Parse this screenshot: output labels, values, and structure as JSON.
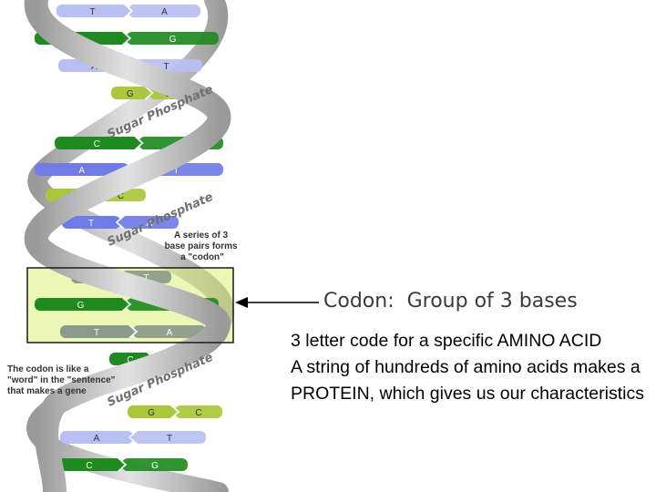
{
  "heading": {
    "term": "Codon:",
    "definition": "Group of 3 bases"
  },
  "description": {
    "line1": "3 letter code for a specific AMINO ACID",
    "line2": "A string of hundreds of amino acids makes a PROTEIN, which gives us our characteristics"
  },
  "diagram": {
    "backbone_label": "Sugar Phosphate",
    "codon_note": [
      "A series of 3",
      "base pairs forms",
      "a \"codon\""
    ],
    "word_note": [
      "The codon is like a",
      "\"word\" in the \"sentence\"",
      "that makes a gene"
    ],
    "base_pairs": [
      {
        "left": "T",
        "right": "A",
        "color": "#b8bff2",
        "dir": "right"
      },
      {
        "left": "G",
        "right": "G",
        "color": "#1f8a1f",
        "dir": "right"
      },
      {
        "left": "A",
        "right": "T",
        "color": "#b8bff2",
        "dir": "left"
      },
      {
        "left": "G",
        "right": "C",
        "color": "#a9c93a",
        "dir": "right"
      },
      {
        "left": "C",
        "right": "G",
        "color": "#1f8a1f",
        "dir": "right"
      },
      {
        "left": "A",
        "right": "T",
        "color": "#6f7ce6",
        "dir": "left"
      },
      {
        "left": "G",
        "right": "C",
        "color": "#a9c93a",
        "dir": "right"
      },
      {
        "left": "T",
        "right": "A",
        "color": "#6f7ce6",
        "dir": "left"
      },
      {
        "left": "A",
        "right": "T",
        "color": "#8a9a8a",
        "dir": "right"
      },
      {
        "left": "G",
        "right": "C",
        "color": "#1f8a1f",
        "dir": "right"
      },
      {
        "left": "T",
        "right": "A",
        "color": "#8a9a8a",
        "dir": "right"
      },
      {
        "left": "C",
        "right": "G",
        "color": "#1f8a1f",
        "dir": "right"
      },
      {
        "left": "G",
        "right": "C",
        "color": "#a9c93a",
        "dir": "right"
      },
      {
        "left": "A",
        "right": "T",
        "color": "#b8bff2",
        "dir": "left"
      },
      {
        "left": "C",
        "right": "G",
        "color": "#1f8a1f",
        "dir": "right"
      }
    ]
  },
  "colors": {
    "backbone": "#b5b5b5",
    "codon_highlight": "#ddf07a",
    "text": "#000000",
    "heading_text": "#3a3a3a"
  }
}
